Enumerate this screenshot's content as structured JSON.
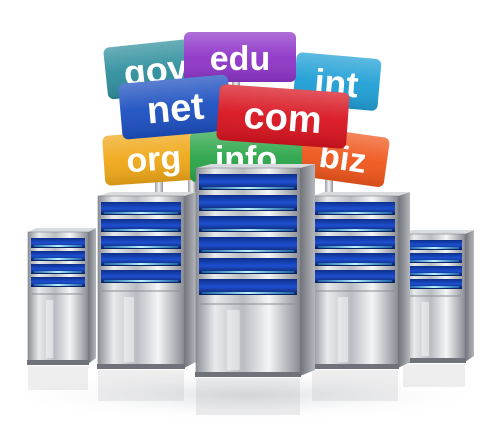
{
  "signs": {
    "gov": {
      "label": "gov",
      "color": "#2f8f9d"
    },
    "edu": {
      "label": "edu",
      "color": "#8e35c8"
    },
    "int": {
      "label": "int",
      "color": "#1f9fd6"
    },
    "net": {
      "label": "net",
      "color": "#1c4fc0"
    },
    "com": {
      "label": "com",
      "color": "#d8131f"
    },
    "org": {
      "label": "org",
      "color": "#f0a818"
    },
    "info": {
      "label": "info",
      "color": "#2aa548"
    },
    "biz": {
      "label": "biz",
      "color": "#f0561c"
    }
  },
  "server_glow_color": "#4fd8ff"
}
